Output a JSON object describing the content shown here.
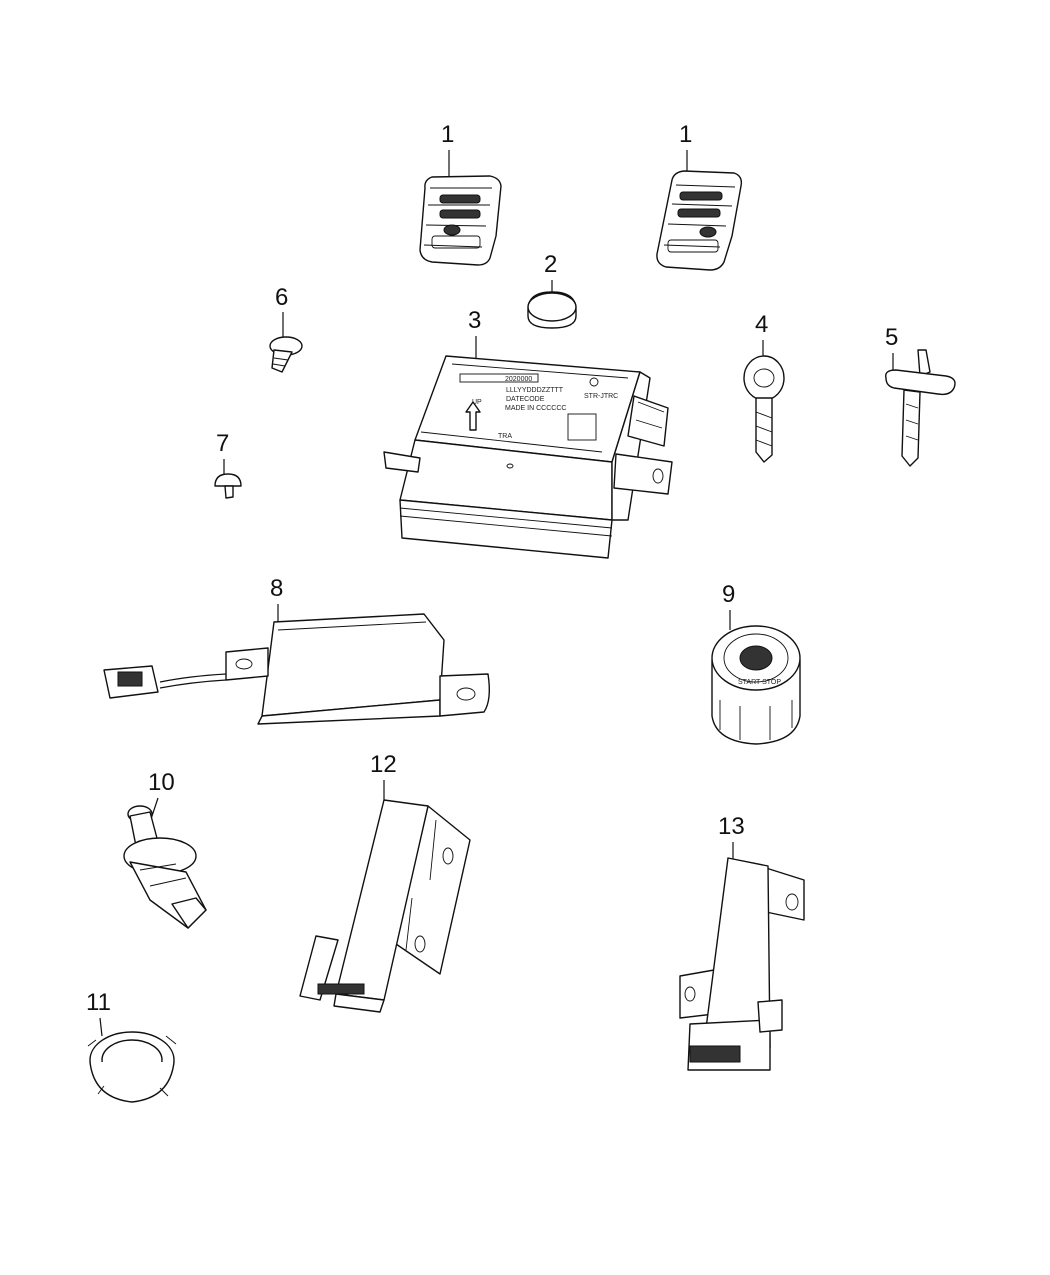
{
  "callouts": {
    "fob_left": "1",
    "fob_right": "1",
    "battery": "2",
    "module": "3",
    "key": "4",
    "blade": "5",
    "push_pin": "6",
    "rivet": "7",
    "antenna_module": "8",
    "ignition_switch": "9",
    "lock_cylinder": "10",
    "retaining_ring": "11",
    "antenna_bracket_large": "12",
    "antenna_bracket_small": "13"
  },
  "module_label": {
    "line1": "2020000",
    "line2": "LLLYYDDDZZTTT",
    "line3": "DATECODE",
    "line4": "MADE IN CCCCCC",
    "line5": "STR-JTRC",
    "up": "UP",
    "tra": "TRA"
  },
  "ignition_label": "START STOP"
}
